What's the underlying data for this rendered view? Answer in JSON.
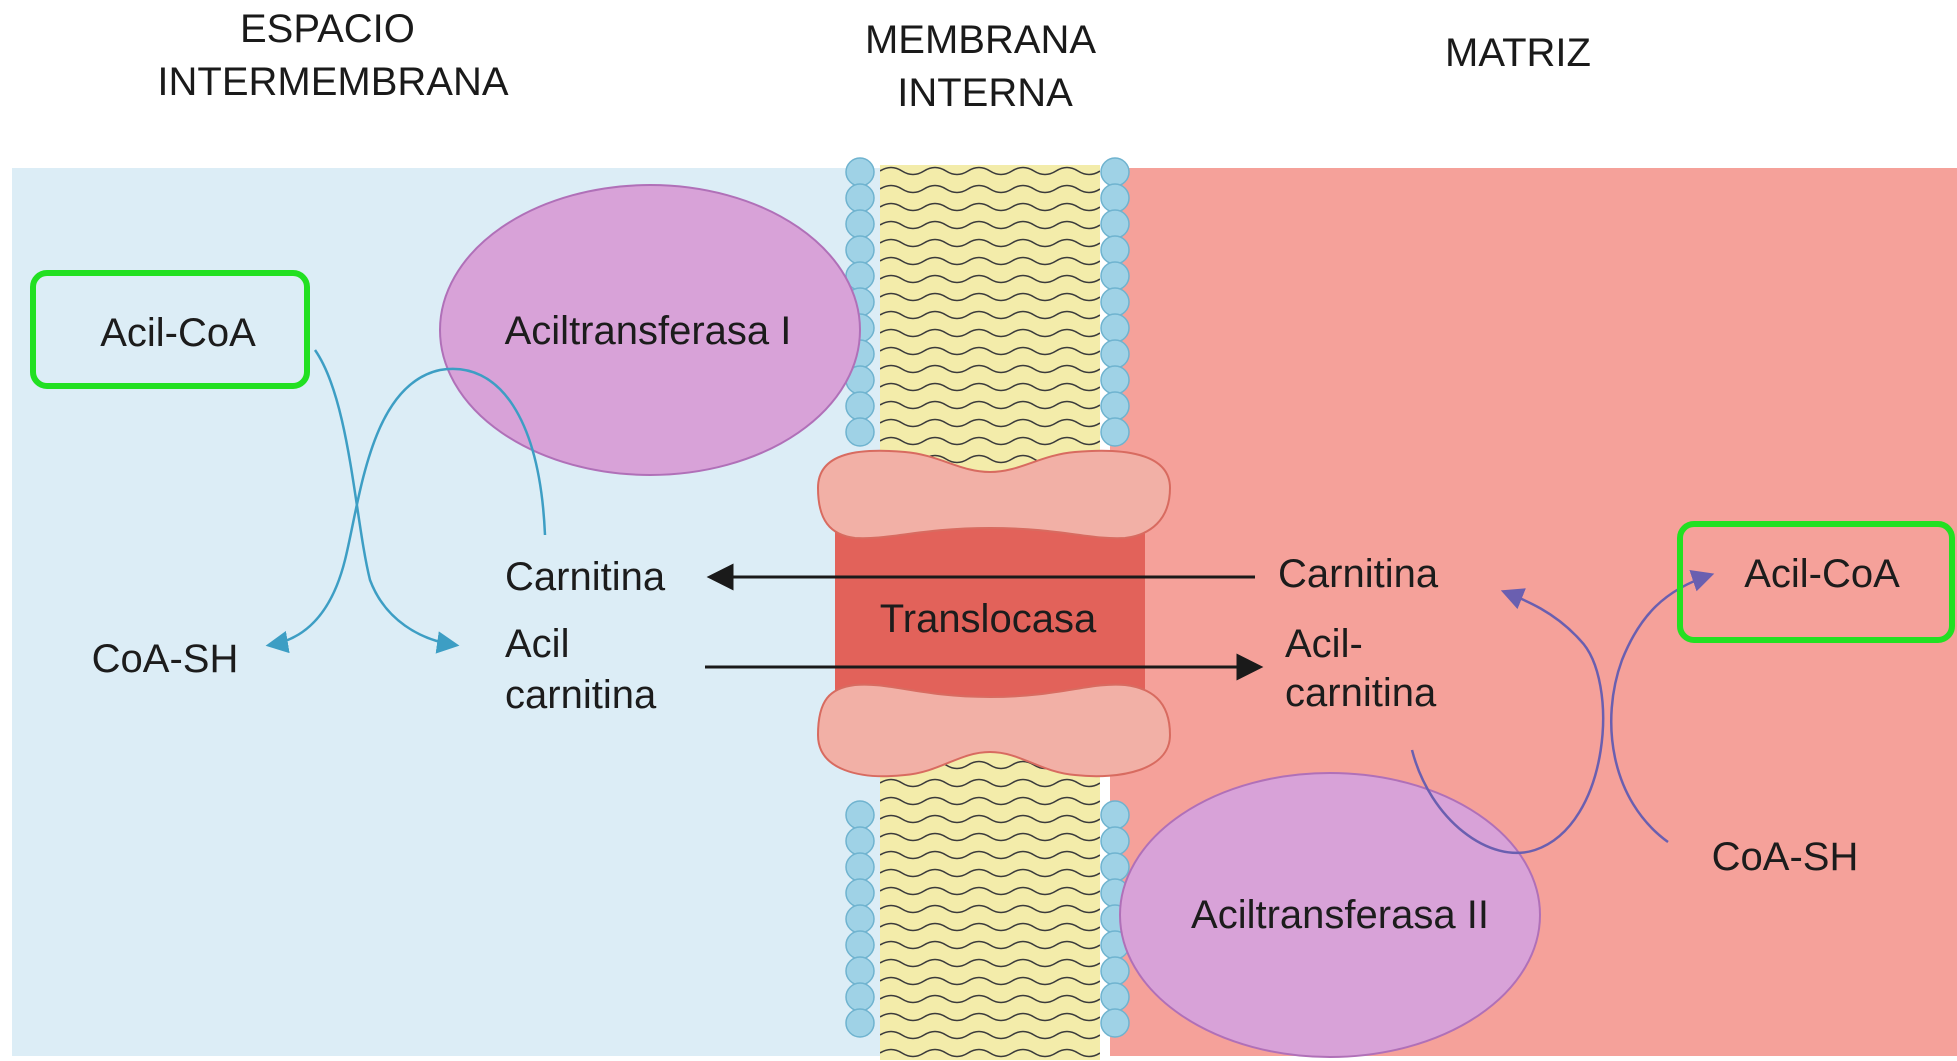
{
  "headers": {
    "left": [
      "ESPACIO",
      "INTERMEMBRANA"
    ],
    "center": [
      "MEMBRANA",
      "INTERNA"
    ],
    "right": "MATRIZ"
  },
  "left": {
    "acyl_coa": "Acil-CoA",
    "coa_sh": "CoA-SH",
    "enzyme": "Aciltransferasa I",
    "carnitine": "Carnitina",
    "acylcarnitine": [
      "Acil",
      "carnitina"
    ]
  },
  "center": {
    "translocase": "Translocasa"
  },
  "right": {
    "carnitine": "Carnitina",
    "acylcarnitine": [
      "Acil-",
      "carnitina"
    ],
    "acyl_coa": "Acil-CoA",
    "coa_sh": "CoA-SH",
    "enzyme": "Aciltransferasa II"
  },
  "colors": {
    "intermembrane_space": "#dcedf6",
    "matrix": "#f5a19a",
    "enzyme": "#d8a2d8",
    "translocase": "#f2b0a6",
    "translocase_core": "#e2625a",
    "membrane_core": "#f3ecaa",
    "lipid_head": "#9fd2e6",
    "arrow_blue": "#3d9ec4",
    "arrow_purple": "#6a5fb0",
    "highlight": "#22e022"
  }
}
